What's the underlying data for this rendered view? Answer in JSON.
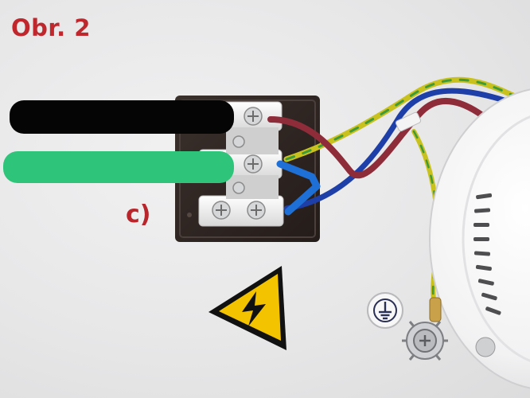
{
  "figure": {
    "caption": "Obr. 2",
    "label_c": "c)"
  },
  "colors": {
    "caption_red": "#c0272d",
    "redaction_black": "#050505",
    "redaction_green": "#2ec47a",
    "background": "#e9e9ea",
    "warning_yellow": "#f3c300",
    "wire_brown": "#8e2c3a",
    "wire_blue": "#1f3fa8",
    "wire_yellow_green": "#c9c11e",
    "jumper_blue": "#1e6fd6"
  },
  "objects": [
    "terminal-box",
    "terminal-block",
    "redaction-bar-black",
    "redaction-bar-green",
    "blue-jumper-wire",
    "brown-wire",
    "blue-wire",
    "yellow-green-wire",
    "cable-tie",
    "warning-sign",
    "ground-symbol-sticker",
    "ground-screw",
    "ceiling-lamp"
  ]
}
